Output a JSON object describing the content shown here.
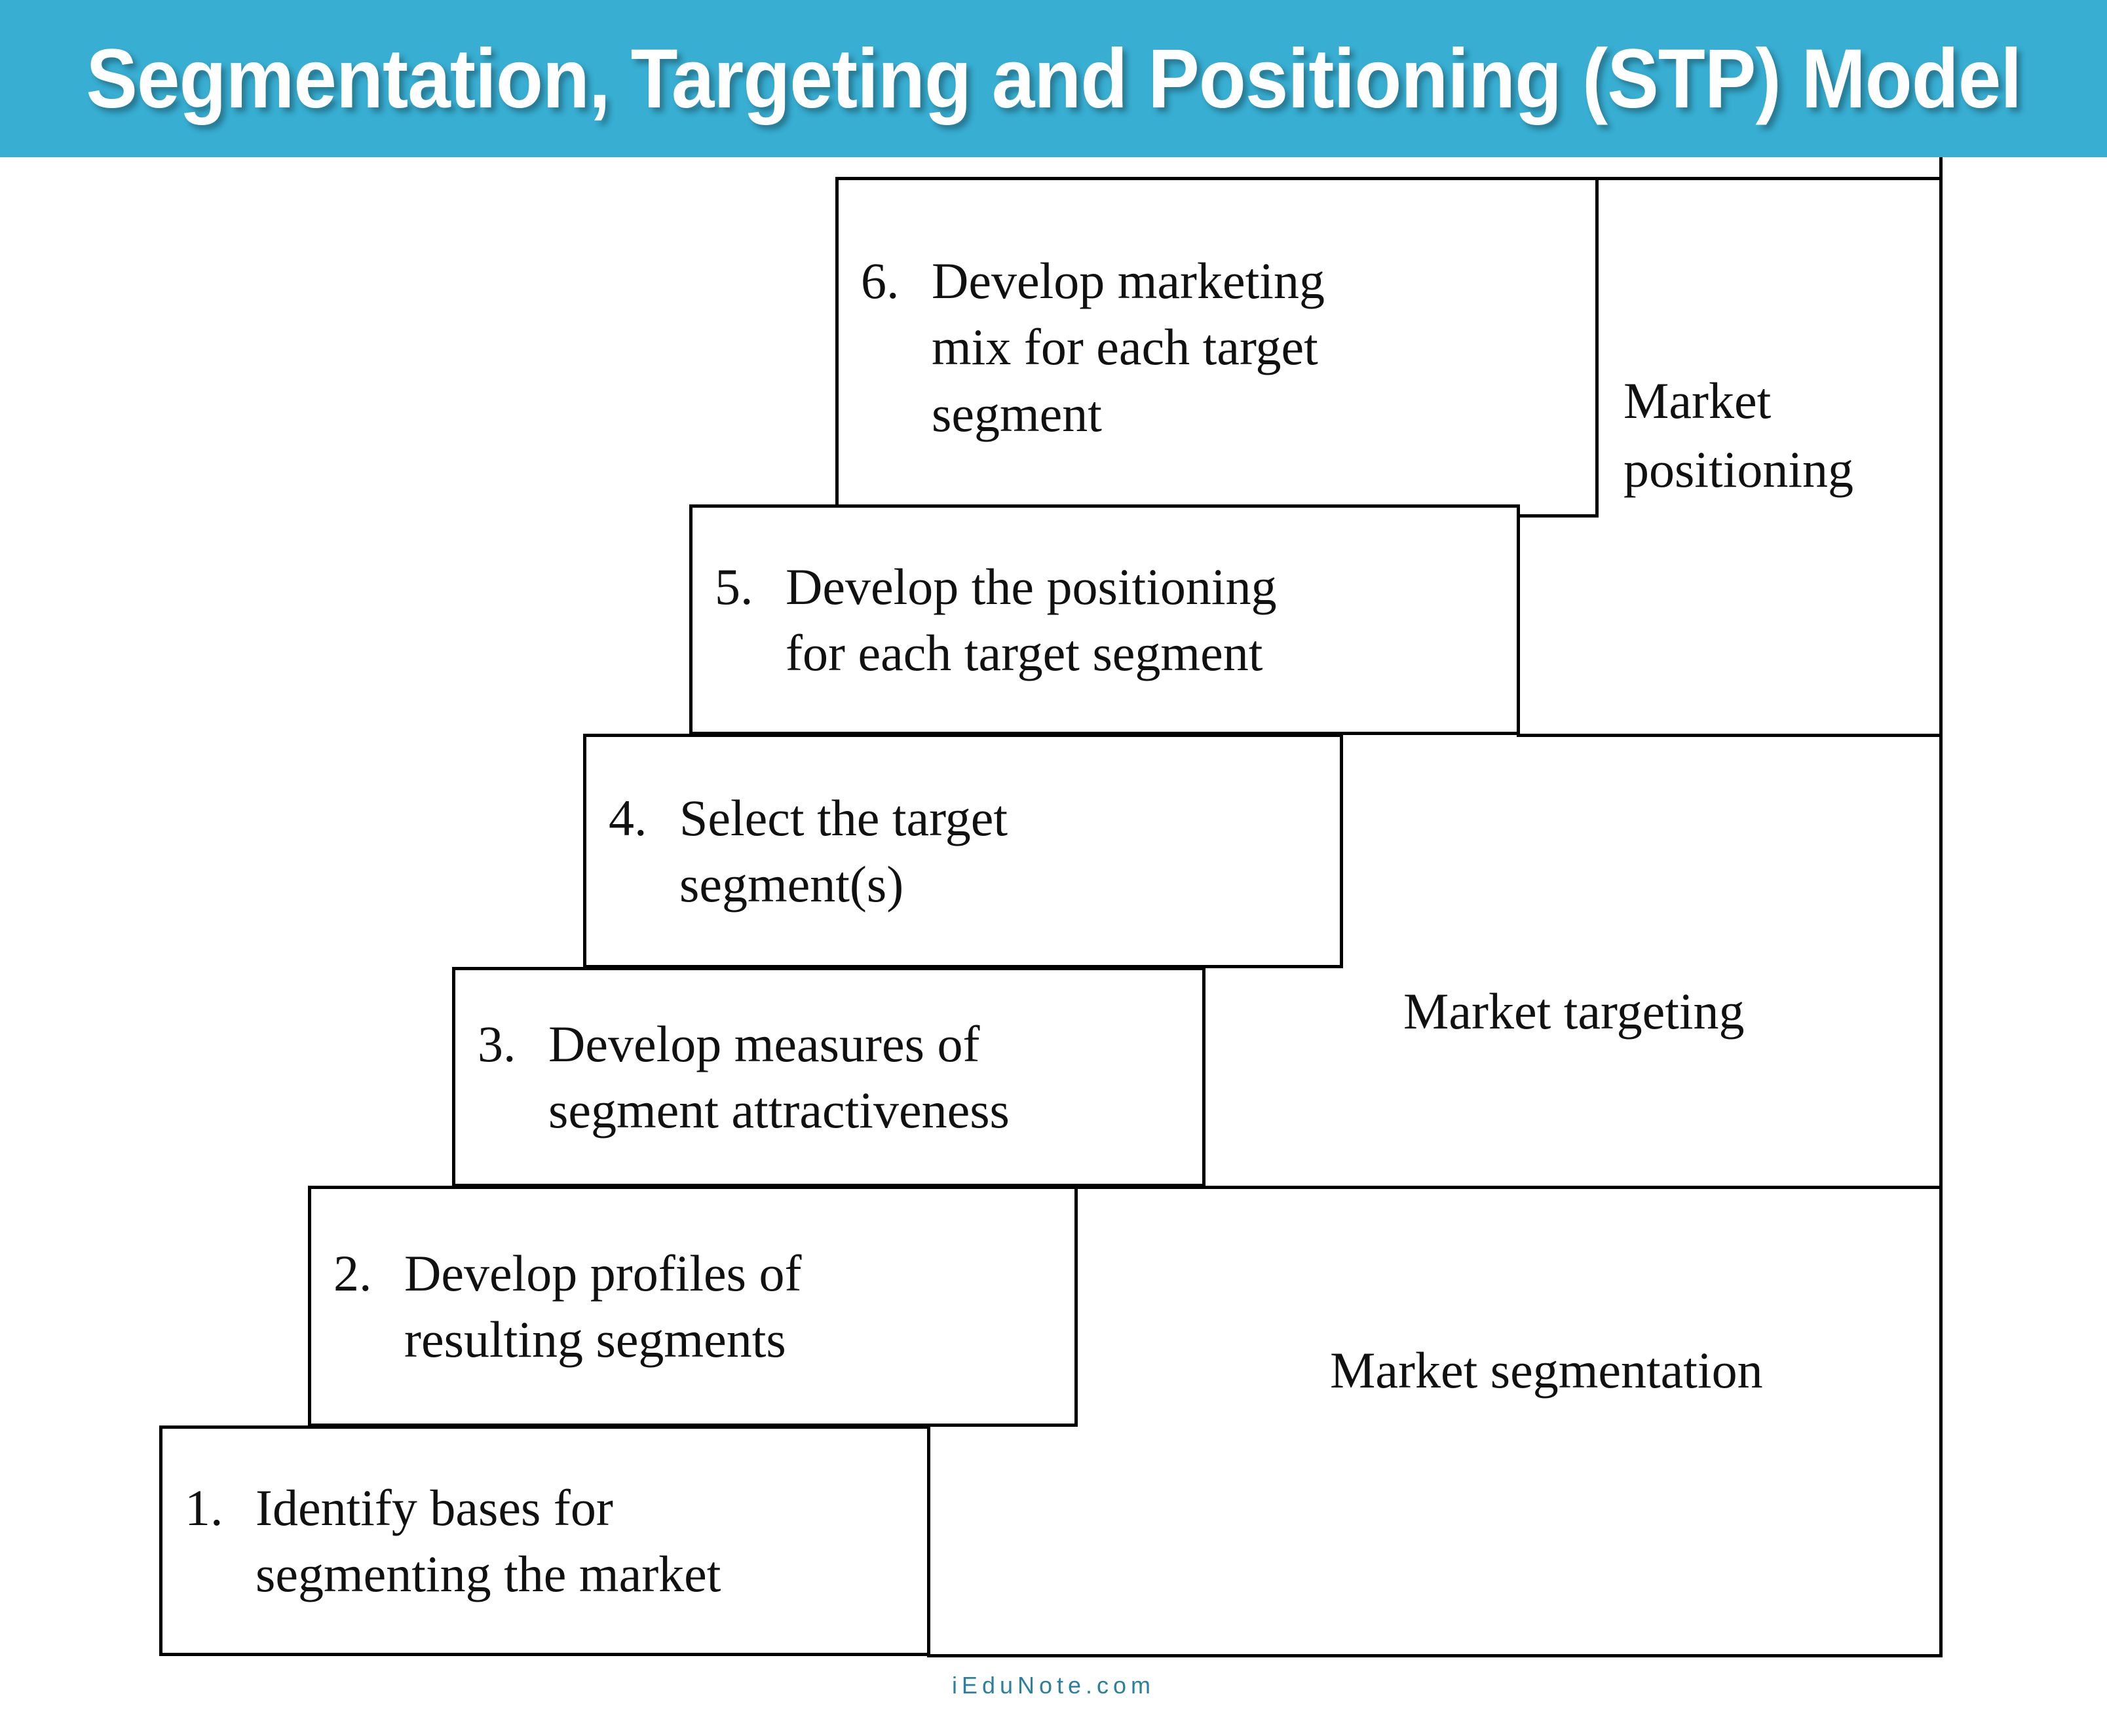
{
  "header": {
    "title": "Segmentation, Targeting and Positioning (STP) Model",
    "background_color": "#37aed2",
    "text_color": "#ffffff"
  },
  "diagram": {
    "type": "staircase-process",
    "steps": [
      {
        "number": "6.",
        "text": "Develop marketing\nmix for each target\nsegment"
      },
      {
        "number": "5.",
        "text": "Develop the positioning\nfor each target segment"
      },
      {
        "number": "4.",
        "text": "Select the target\nsegment(s)"
      },
      {
        "number": "3.",
        "text": "Develop measures of\nsegment attractiveness"
      },
      {
        "number": "2.",
        "text": "Develop profiles of\nresulting segments"
      },
      {
        "number": "1.",
        "text": "Identify bases for\nsegmenting the market"
      }
    ],
    "regions": [
      {
        "label": "Market\npositioning"
      },
      {
        "label": "Market targeting"
      },
      {
        "label": "Market segmentation"
      }
    ],
    "line_color": "#000000",
    "box_fill": "#ffffff"
  },
  "footer": {
    "watermark": "iEduNote.com",
    "color": "#2c7f9e"
  }
}
